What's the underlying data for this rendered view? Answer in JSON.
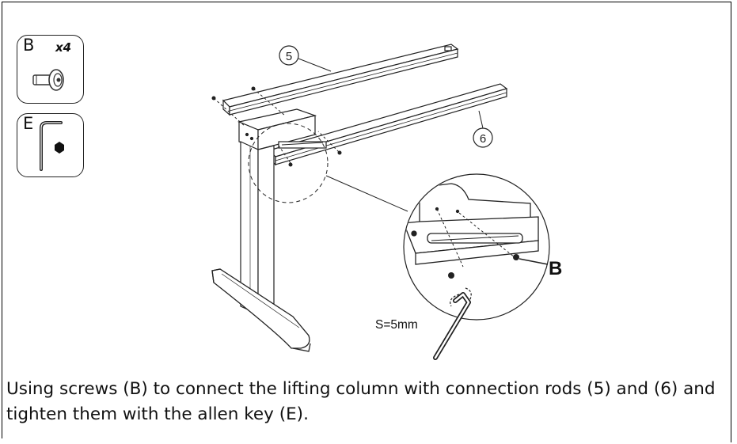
{
  "parts": [
    {
      "letter": "B",
      "quantity": "x4",
      "icon": "screw-icon"
    },
    {
      "letter": "E",
      "icon": "allen-key-icon"
    }
  ],
  "diagram": {
    "rod_5_label": "5",
    "rod_6_label": "6",
    "callout_label": "B",
    "key_size_label": "S=5mm"
  },
  "caption": "Using screws (B) to connect the lifting column with connection rods (5) and (6) and tighten them with the allen key (E)."
}
